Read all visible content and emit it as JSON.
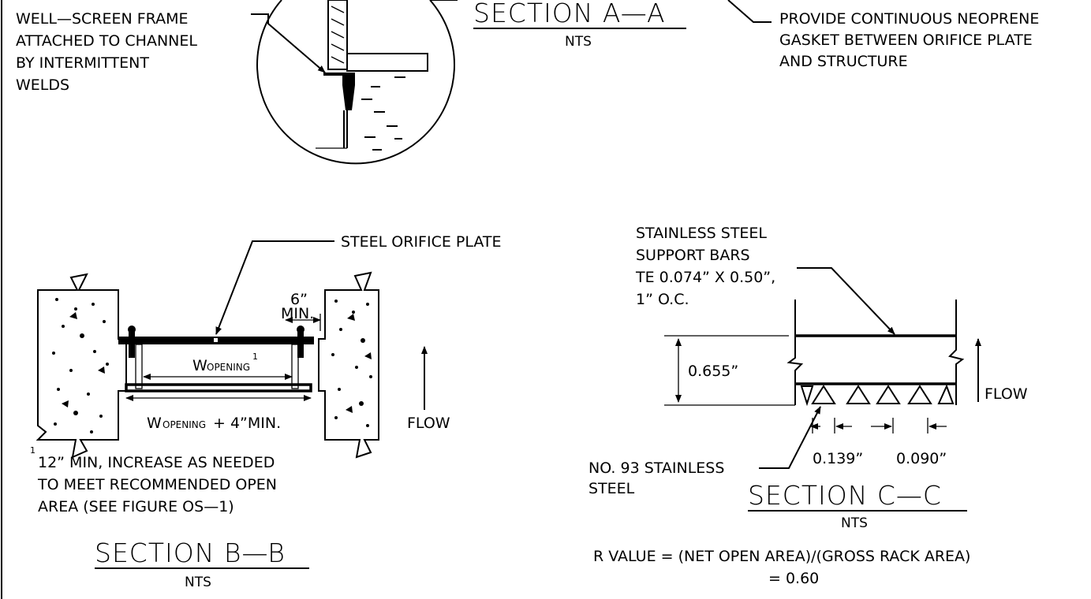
{
  "section_a": {
    "title": "SECTION A—A",
    "scale": "NTS",
    "note_frame": [
      "WELL—SCREEN FRAME",
      "ATTACHED TO CHANNEL",
      "BY INTERMITTENT",
      "WELDS"
    ],
    "note_gasket": [
      "PROVIDE CONTINUOUS NEOPRENE",
      "GASKET BETWEEN ORIFICE PLATE",
      "AND STRUCTURE"
    ]
  },
  "section_b": {
    "title": "SECTION B—B",
    "scale": "NTS",
    "orifice_label": "STEEL ORIFICE PLATE",
    "min_dim": "6”",
    "min_dim_2": "MIN.",
    "w_open": "W",
    "w_open_sub": "OPENING",
    "w_open_sup": "1",
    "w_total": "W",
    "w_total_sub": "OPENING",
    "w_total_rest": "+ 4”MIN.",
    "flow": "FLOW",
    "footnote_mark": "1",
    "footnote": [
      "12” MIN, INCREASE AS NEEDED",
      "TO MEET RECOMMENDED OPEN",
      "AREA (SEE FIGURE OS—1)"
    ]
  },
  "section_c": {
    "title": "SECTION C—C",
    "scale": "NTS",
    "support_note": [
      "STAINLESS STEEL",
      "SUPPORT BARS",
      "TE 0.074” X 0.50”,",
      "1” O.C."
    ],
    "height_dim": "0.655”",
    "flow": "FLOW",
    "wire_note": [
      "NO. 93 STAINLESS",
      "STEEL"
    ],
    "dim_1": "0.139”",
    "dim_2": "0.090”",
    "r_value_1": "R VALUE = (NET OPEN AREA)/(GROSS RACK AREA)",
    "r_value_2": "= 0.60"
  }
}
